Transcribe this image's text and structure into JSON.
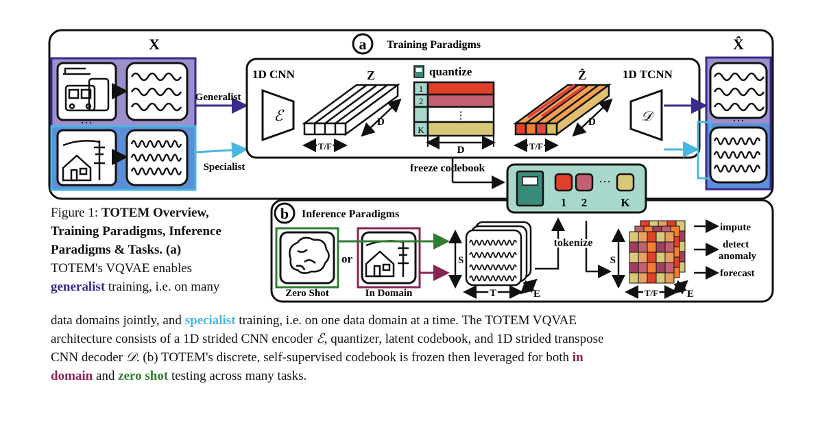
{
  "labels": {
    "x": "X",
    "x_hat": "X̂",
    "a_letter": "a",
    "a_title": "Training Paradigms",
    "b_letter": "b",
    "b_title": "Inference Paradigms",
    "cnn": "1D CNN",
    "tcnn": "1D TCNN",
    "encoder": "ℰ",
    "decoder": "𝒟",
    "z": "Z",
    "z_hat": "Ẑ",
    "quantize": "quantize",
    "d": "D",
    "tf": "T/F",
    "t": "T",
    "e": "E",
    "s": "S",
    "generalist": "Generalist",
    "specialist": "Specialist",
    "freeze": "freeze codebook",
    "tokenize": "tokenize",
    "code_1": "1",
    "code_2": "2",
    "code_k": "K",
    "code_dots": "⋮",
    "dots": "···",
    "or": "or",
    "zero_shot": "Zero Shot",
    "in_domain": "In Domain",
    "impute": "impute",
    "detect": "detect",
    "anomaly": "anomaly",
    "forecast": "forecast"
  },
  "colors": {
    "generalist": "#3a2a8c",
    "specialist": "#48b8e0",
    "purple_panel": "#9d8fcc",
    "blue_panel": "#5b8fd9",
    "codebook_bg": "#a8d8cc",
    "code1": "#e0402a",
    "code2": "#c06070",
    "codek": "#d8c878",
    "zero_shot": "#2e7d32",
    "in_domain": "#8a2356"
  },
  "caption": {
    "fig_label": "Figure 1: ",
    "title_line1": "TOTEM Overview,",
    "title_line2": "Training Paradigms, Inference",
    "title_line3": "Paradigms & Tasks. (a)",
    "body1": "TOTEM's VQVAE enables",
    "generalist": "generalist",
    "body2": " training, i.e. on many",
    "body3": "data domains jointly, and ",
    "specialist": "specialist",
    "body4": " training, i.e. on one data domain at a time. The TOTEM VQVAE",
    "body5": "architecture consists of a 1D strided CNN encoder ",
    "enc_sym": "ℰ",
    "body6": ", quantizer, latent codebook, and 1D strided transpose",
    "body7": "CNN decoder ",
    "dec_sym": "𝒟",
    "body8": ". (b) TOTEM's discrete, self-supervised codebook is frozen then leveraged for both ",
    "in": "in",
    "domain": "domain",
    "body9": " and ",
    "zero_shot": "zero shot",
    "body10": " testing across many tasks."
  }
}
